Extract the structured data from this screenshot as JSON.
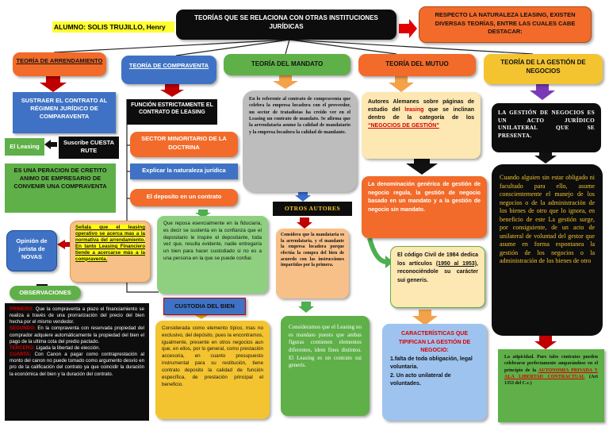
{
  "student": "ALUMNO: SOLIS TRUJILLO, Henry",
  "main_title": "TEORÍAS QUE SE RELACIONA CON OTRAS INSTITUCIONES JURÍDICAS",
  "note_title": "RESPECTO LA NATURALEZA LEASING, EXISTEN DIVERSAS TEORÍAS, ENTRE LAS CUALES CABE DESTACAR:",
  "col1": {
    "header": "TEORÍA DE ARRENDAMIENTO",
    "b1": "SUSTRAER EL CONTRATO AL RÉGIMEN JURÍDICO DE COMPARAVENTA",
    "el_leasing": "El Leasing",
    "suscribe": "Suscribe CUESTA RUTE",
    "b2": "ES UNA PERACION DE CRETITO ANIMO DE EMPRESARIO DE CONVENIR UNA COMPRAVENTA",
    "opinion": "Opinión de jurista de NOVAS",
    "quote_a": "Señala que el leasing operativo se acerca mas a la normativa del arrendamiento.",
    "quote_b": " En tanto Leasing Financiero tiende a acercarse más a la compraventa.",
    "obs_label": "OBSERVACIONES",
    "obs": [
      {
        "label": "PRIMERO:",
        "text": " Que la compraventa a plazo el financiamiento se realiza a través de una prorrarización del precio del bien hecha por el mismo vendedor."
      },
      {
        "label": "SEGUNDO:",
        "text": " En la compraventa con reservada propiedad del comprador adquiere automáticamente la propiedad del bien el pago de la ultima cota del predio pactado."
      },
      {
        "label": "TERCERO:",
        "text": " Ligada la libertad de elección."
      },
      {
        "label": "CUARTA:",
        "text": " Con Canon a pagar como contraprestación al monto del canon no puede tomado como argumento desvío en pro de la calificación del contrato ya que coincidir la duración la económica del bien y la duración del contrato."
      }
    ]
  },
  "col2": {
    "header": "TEORÍA DE COMPRAVENTA",
    "b1": "FUNCIÓN ESTRICTAMENTE EL CONTRATO DE LEASING",
    "b2": "SECTOR MINORITARIO DE LA DOCTRINA",
    "b3": "Explicar la naturaleza jurídica",
    "b4": "El deposito en un contrato",
    "b5": "Que reposa esencialmente en la fiduciaria, es decir se sustenta en la confianza que el depositario le inspire el depositante, toda vez que, resulta evidente, nadie entregaría un bien para hacer custodiado si no es a una persona en la que se puede confiar.",
    "custodia": "CUSTODIA DEL BIEN",
    "b6": "Considerada como elemento típico, mas no exclusivo, del depósito, pues la encontramos, igualmente, presente en otros negocios aun que, en ellos, por lo general, como prestación accesoria, en cuanto presupuesto instrumental para su restitución, tiene contrato deposito la calidad de función específica, de prestación principal el beneficio."
  },
  "col3": {
    "header": "TEORÍA DEL MANDATO",
    "b1": "En lo referente al contrato de compraventa que celebra la empresa locadora con el proveedor, un sector de tratadistas ha creído ver en el Leasing un contrato de mandato. Se afirma que la arrendataria asume la calidad de mandatario y la empresa locadora la calidad de mandante.",
    "otros": "OTROS AUTORES",
    "b2": "Considera que la mandataria es la arrendataria, y el mandante la empresa locadora porque efectúa la compra del bien de acuerdo con las instrucciones impartidas por la primera.",
    "b3": "Consideramos que el Leasing no es mandato puesto que ambas figuras contienen elementos diferentes, idem fines distintos. El Leasing es un contrato sui generis."
  },
  "col4": {
    "header": "TEORÍA DEL MUTUO",
    "b1_pre": "Autores Alemanes sobre páginas de estudio del ",
    "b1_hl": "leasing",
    "b1_mid": " que se inclinan dentro de la categoría de los ",
    "b1_neg": "“NEGOCIOS DE GESTIÓN”",
    "b2": "La denominación genérica de gestión de negocio regula, la gestión de negocio basado en un mandato y a la gestión de negocio sin mandato.",
    "b3_pre": "El código Civil de 1984 dedica los artículos ",
    "b3_art": "(1950 al 1953)",
    "b3_post": ", reconociéndole su carácter sui generis.",
    "b4_title": "CARACTERÍSTICAS QUE TIPIFICAN LA GESTIÓN DE NEGOCIO:",
    "b4_i1": "1.falta de toda obligación, legal voluntaria.",
    "b4_i2": "2. Un acto unilateral de voluntades."
  },
  "col5": {
    "header": "TEORÍA DE LA GESTIÓN DE NEGOCIOS",
    "b1": "LA GESTIÓN DE NEGOCIOS ES UN ACTO JURÍDICO UNILATERAL QUE SE PRESENTA.",
    "b2_hl": "Cuando alguien sin estar obligado ni facultado para ello,",
    "b2_rest": " asume conscientemente el manejo de los negocios o de la administración de los bienes de otro que lo ignora, en beneficio de este La gestión surge, por consiguiente, de un acto de unilateral de voluntad del gestor que asume en forma espontanea la gestión de los negocios o la administración de los bienes de otro",
    "b3_pre": "La atipicidad. Pues tales contratos pueden celebrarse perfectamente amparándose en el principio de la ",
    "b3_red": "AUTONOMIA PRIVADA Y ALA LIBERTAD CONTRACTUAL",
    "b3_post": " (Art 1353 del C.c.)"
  }
}
